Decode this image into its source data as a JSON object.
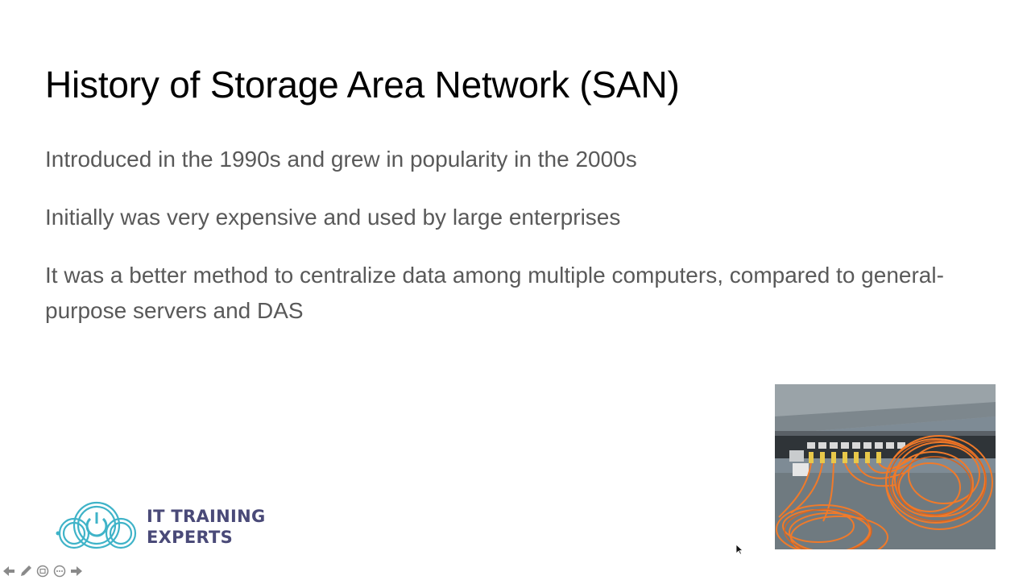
{
  "slide": {
    "title": "History of Storage Area Network (SAN)",
    "bullets": [
      "Introduced in the 1990s and grew in popularity in the 2000s",
      "Initially was very expensive and used by large enterprises",
      "It was a better method to centralize data among multiple computers, compared to general-purpose servers and DAS"
    ]
  },
  "logo": {
    "line1": "IT TRAINING",
    "line2": "EXPERTS",
    "icon": "power-cloud-icon",
    "colors": {
      "mark": "#3fb3c8",
      "text": "#4a4a78"
    }
  },
  "toolbar": {
    "icons": [
      "prev-arrow-icon",
      "pen-icon",
      "slides-icon",
      "more-icon",
      "next-arrow-icon"
    ]
  },
  "colors": {
    "title": "#000000",
    "body": "#595959",
    "background": "#ffffff",
    "cable": "#f07a2a"
  }
}
